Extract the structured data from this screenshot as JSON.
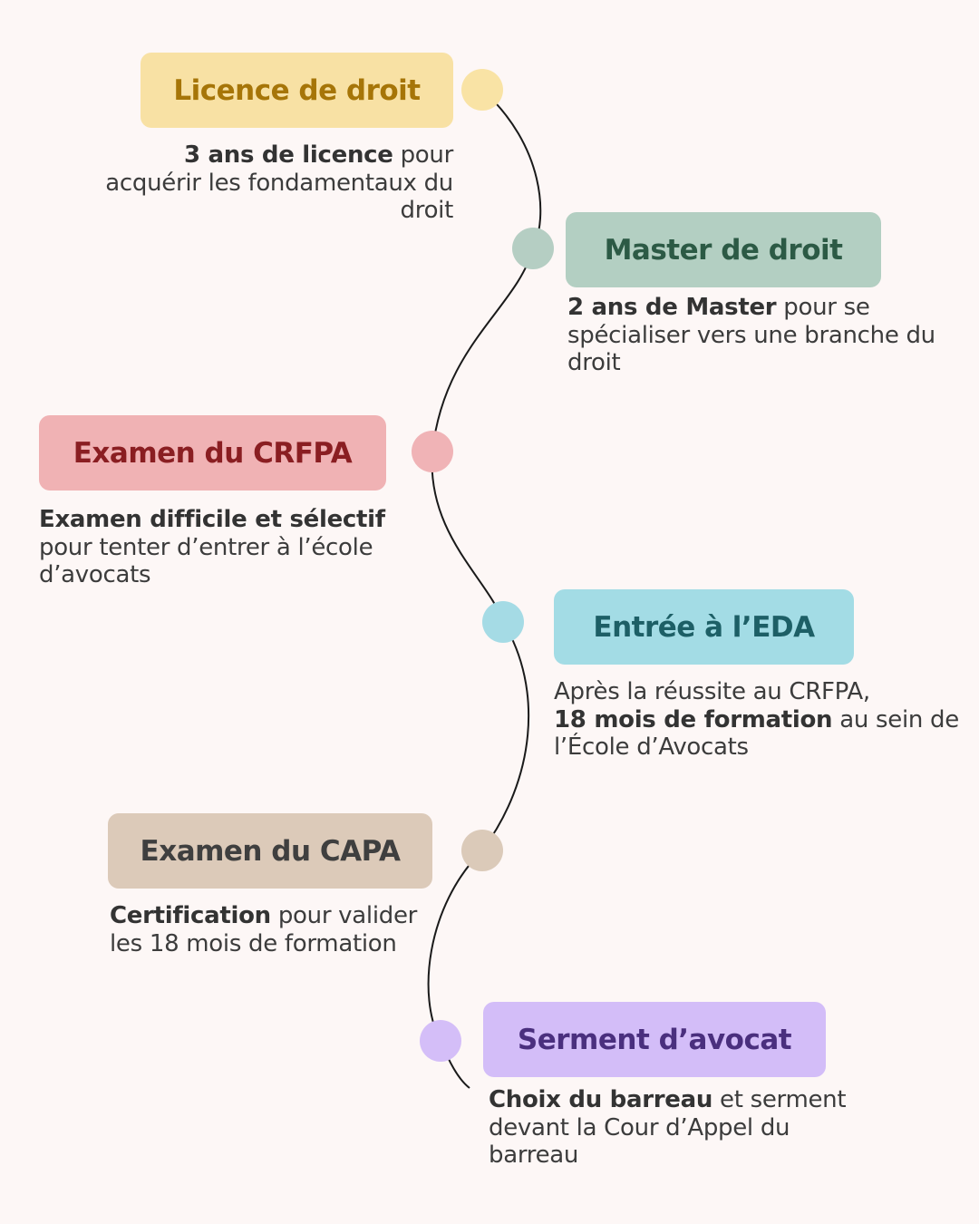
{
  "steps": [
    {
      "title": "Licence de droit",
      "desc_bold": "3 ans de licence",
      "desc_after": " pour acquérir les fondamentaux du droit",
      "box_color": "#f8e1a4",
      "title_color": "#a67508",
      "dot_color": "#f9e3a5"
    },
    {
      "title": "Master de droit",
      "desc_bold": "2 ans de Master",
      "desc_after": " pour se spécialiser vers une branche du droit",
      "box_color": "#b3cfc2",
      "title_color": "#2c5a45",
      "dot_color": "#b5cec3"
    },
    {
      "title": "Examen du CRFPA",
      "desc_bold": "Examen difficile et sélectif",
      "desc_after": " pour tenter d’entrer à l’école d’avocats",
      "box_color": "#f0b2b4",
      "title_color": "#8a1e22",
      "dot_color": "#f0b3b6"
    },
    {
      "title": "Entrée à l’EDA",
      "desc_before": "Après la réussite au CRFPA,",
      "desc_bold": "18 mois de formation",
      "desc_after": " au sein de l’École d’Avocats",
      "box_color": "#a3dce5",
      "title_color": "#1d5f66",
      "dot_color": "#a5dbe5"
    },
    {
      "title": "Examen du CAPA",
      "desc_bold": "Certification",
      "desc_after": " pour valider les 18 mois de formation",
      "box_color": "#dccab9",
      "title_color": "#3f3f3f",
      "dot_color": "#dbcab9"
    },
    {
      "title": "Serment d’avocat",
      "desc_bold": "Choix du barreau",
      "desc_after": " et serment devant la Cour d’Appel du barreau",
      "box_color": "#d3bdf8",
      "title_color": "#4a2f7e",
      "dot_color": "#d4bef8"
    }
  ],
  "line_color": "#1a1a1a"
}
